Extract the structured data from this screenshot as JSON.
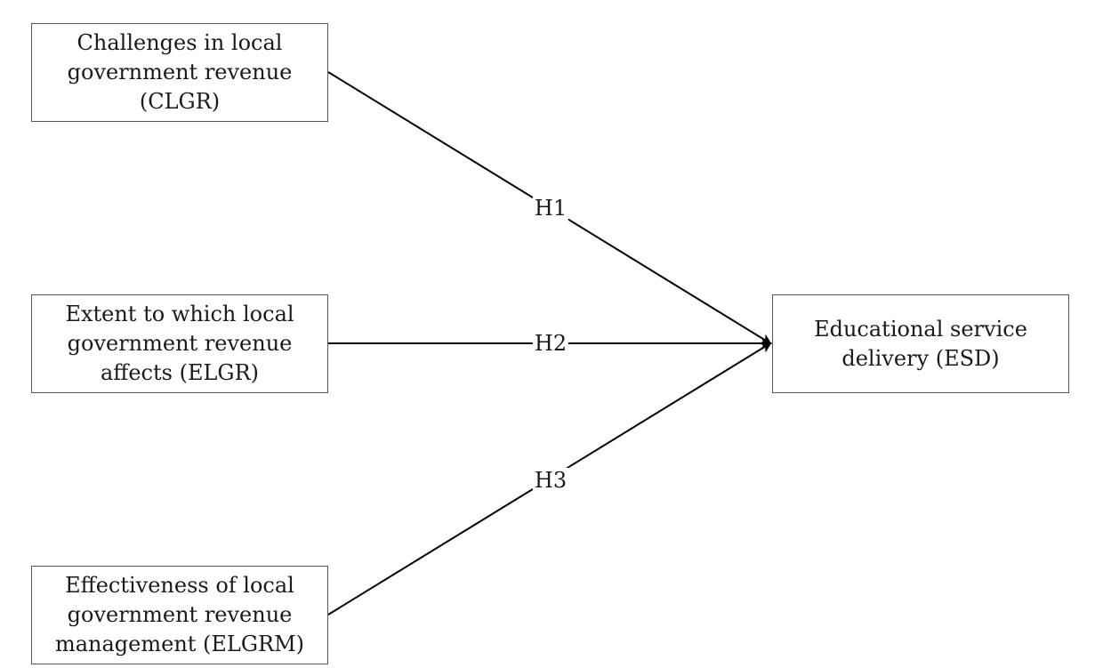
{
  "diagram": {
    "nodes": {
      "clgr": {
        "lines": [
          "Challenges in local",
          "government revenue",
          "(CLGR)"
        ]
      },
      "elgr": {
        "lines": [
          "Extent to which local",
          "government revenue",
          "affects (ELGR)"
        ]
      },
      "elgrm": {
        "lines": [
          "Effectiveness of local",
          "government revenue",
          "management (ELGRM)"
        ]
      },
      "esd": {
        "lines": [
          "Educational service",
          "delivery (ESD)"
        ]
      }
    },
    "edges": [
      {
        "from": "clgr",
        "to": "esd",
        "label": "H1"
      },
      {
        "from": "elgr",
        "to": "esd",
        "label": "H2"
      },
      {
        "from": "elgrm",
        "to": "esd",
        "label": "H3"
      }
    ]
  }
}
